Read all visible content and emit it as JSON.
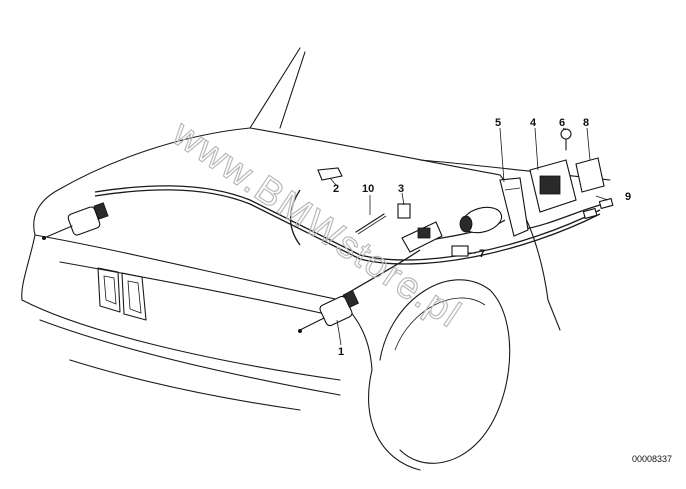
{
  "diagram": {
    "watermark": "www.BMWstore.pl",
    "drawing_number": "00008337",
    "callouts": [
      {
        "id": "1",
        "label": "1"
      },
      {
        "id": "2",
        "label": "2"
      },
      {
        "id": "3",
        "label": "3"
      },
      {
        "id": "4",
        "label": "4"
      },
      {
        "id": "5",
        "label": "5"
      },
      {
        "id": "6",
        "label": "6"
      },
      {
        "id": "7",
        "label": "7"
      },
      {
        "id": "8",
        "label": "8"
      },
      {
        "id": "9",
        "label": "9"
      },
      {
        "id": "10",
        "label": "10"
      }
    ],
    "colors": {
      "line": "#1a1a1a",
      "background": "#ffffff",
      "watermark": "#b9b9b9"
    }
  }
}
